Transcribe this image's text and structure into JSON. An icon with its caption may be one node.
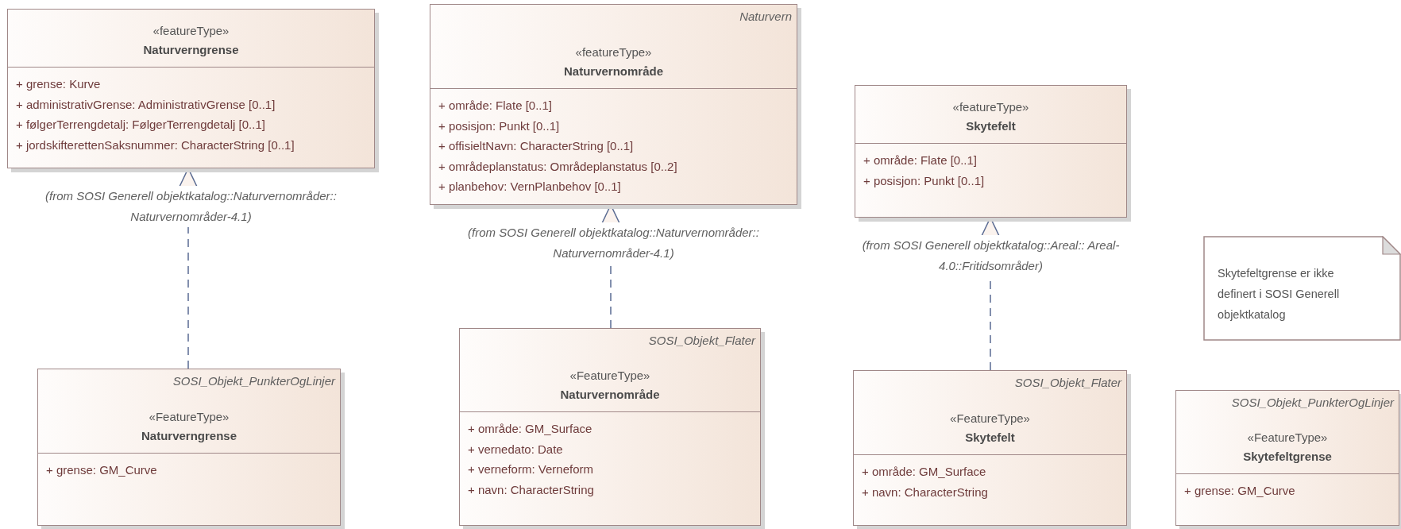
{
  "diagram": {
    "nodes": [
      {
        "text": [
          "«featureType»",
          "Naturverngrense",
          "+ grense: Kurve",
          "+ administrativGrense: AdministrativGrense [0..1]",
          "+ følgerTerrengdetalj: FølgerTerrengdetalj [0..1]",
          "+ jordskifterettenSaksnummer: CharacterString [0..1]"
        ],
        "beside": [
          "(from SOSI Generell objektkatalog::Naturvernområder:: Naturvernområder-4.1)"
        ]
      },
      {
        "text": [
          "Naturvern",
          "«featureType»",
          "Naturvernområde",
          "+ område: Flate [0..1]",
          "+ posisjon: Punkt [0..1]",
          "+ offisieltNavn: CharacterString [0..1]",
          "+ områdeplanstatus: Områdeplanstatus [0..2]",
          "+ planbehov: VernPlanbehov [0..1]"
        ],
        "beside": [
          "(from SOSI Generell objektkatalog::Naturvernområder:: Naturvernområder-4.1)"
        ]
      },
      {
        "text": [
          "«featureType»",
          "Skytefelt",
          "+ område: Flate [0..1]",
          "+ posisjon: Punkt [0..1]"
        ],
        "beside": [
          "(from SOSI Generell objektkatalog::Areal:: Areal-4.0::Fritidsområder)"
        ]
      },
      {
        "text": [
          "Skytefeltgrense er ikke definert i SOSI Generell objektkatalog"
        ]
      },
      {
        "text": [
          "SOSI_Objekt_PunkterOgLinjer",
          "«FeatureType»",
          "Naturverngrense",
          "+ grense: GM_Curve"
        ]
      },
      {
        "text": [
          "SOSI_Objekt_Flater",
          "«FeatureType»",
          "Naturvernområde",
          "+ område: GM_Surface",
          "+ vernedato: Date",
          "+ verneform: Verneform",
          "+ navn: CharacterString"
        ]
      },
      {
        "text": [
          "SOSI_Objekt_Flater",
          "«FeatureType»",
          "Skytefelt",
          "+ område: GM_Surface",
          "+ navn: CharacterString"
        ]
      },
      {
        "text": [
          "SOSI_Objekt_PunkterOgLinjer",
          "«FeatureType»",
          "Skytefeltgrense",
          "+ grense: GM_Curve"
        ]
      }
    ],
    "edges": [
      {
        "from": 4,
        "to": 0,
        "arrow": "to",
        "style": "dashed"
      },
      {
        "from": 5,
        "to": 1,
        "arrow": "to",
        "style": "dashed"
      },
      {
        "from": 6,
        "to": 2,
        "arrow": "to",
        "style": "dashed"
      }
    ]
  }
}
